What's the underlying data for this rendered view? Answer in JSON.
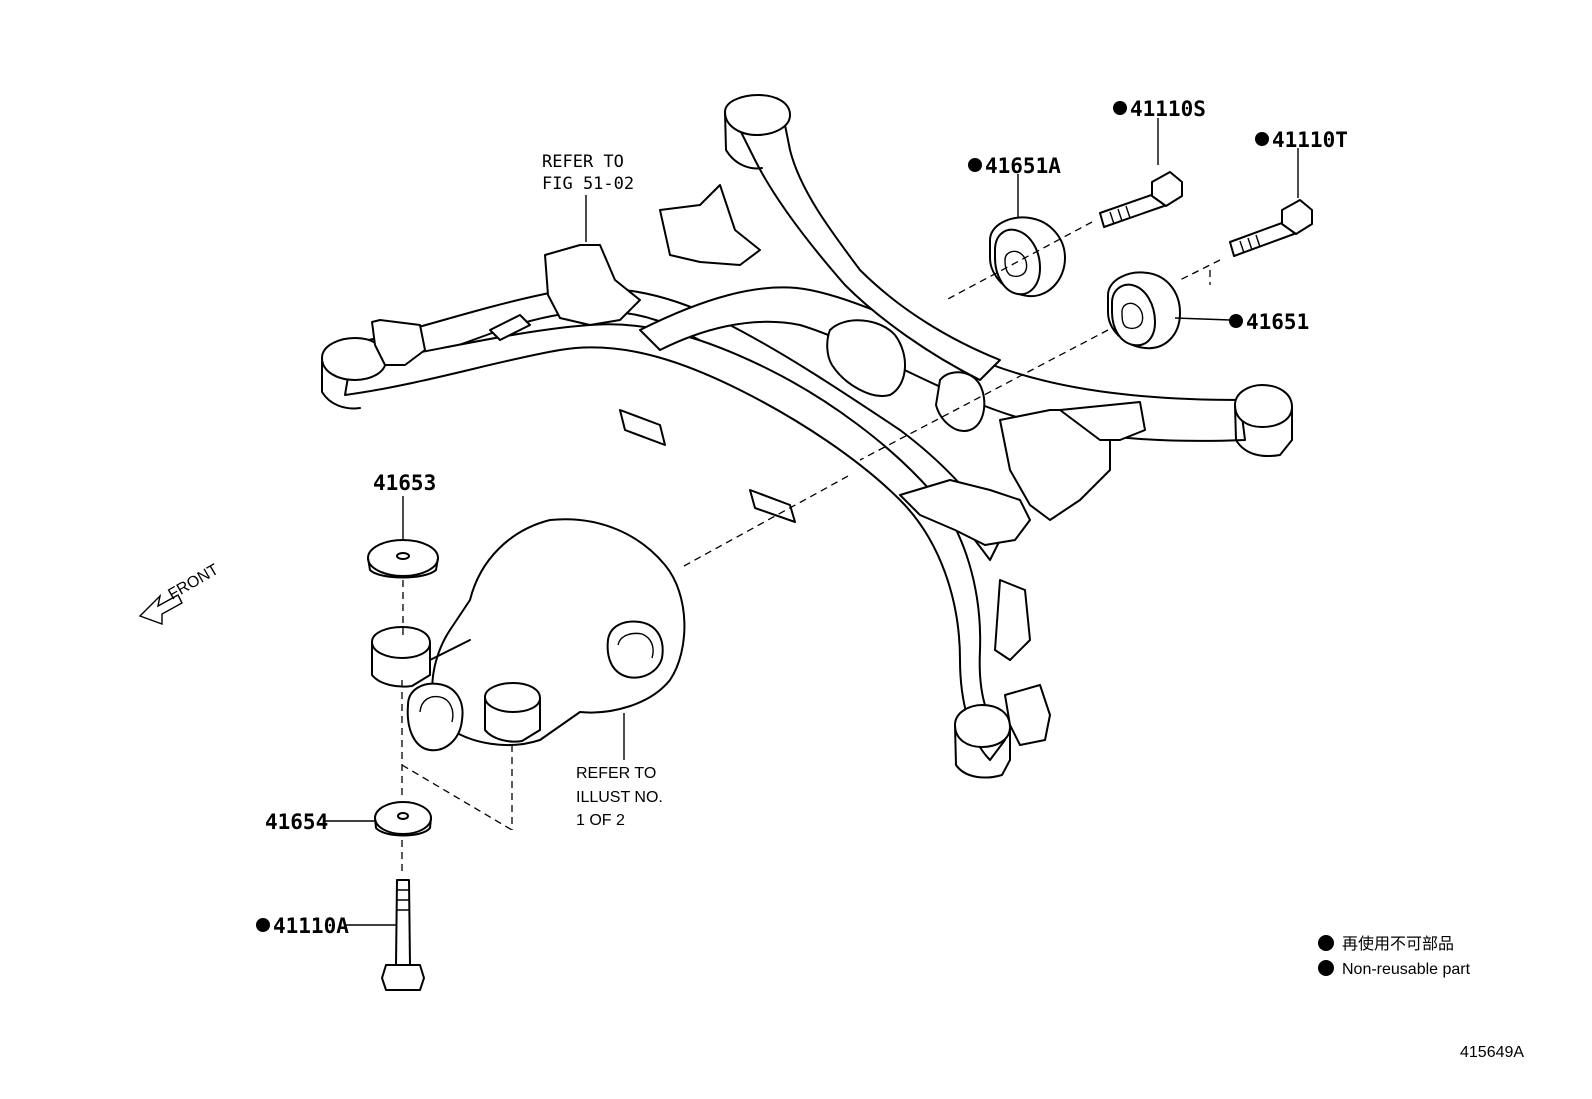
{
  "parts": {
    "p41110S": "41110S",
    "p41110T": "41110T",
    "p41651A": "41651A",
    "p41651": "41651",
    "p41653": "41653",
    "p41654": "41654",
    "p41110A": "41110A"
  },
  "references": {
    "fig_line1": "REFER TO",
    "fig_line2": "FIG 51-02",
    "illust_line1": "REFER TO",
    "illust_line2": "ILLUST NO.",
    "illust_line3": "1 OF 2"
  },
  "front_label": "FRONT",
  "legend": {
    "line1": "再使用不可部品",
    "line2": "Non-reusable part"
  },
  "diagram_id": "415649A"
}
